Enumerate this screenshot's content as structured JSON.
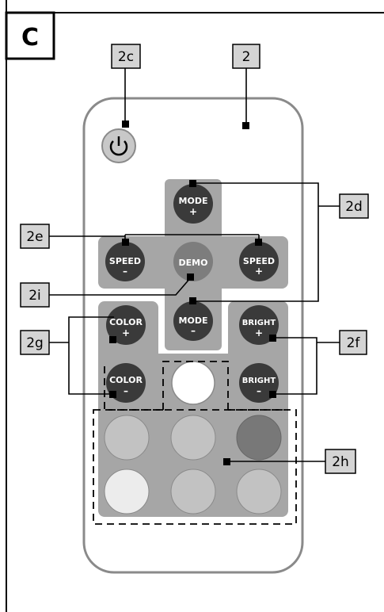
{
  "section_label": "C",
  "callouts": {
    "c2": "2",
    "c2c": "2c",
    "c2d": "2d",
    "c2e": "2e",
    "c2i": "2i",
    "c2g": "2g",
    "c2f": "2f",
    "c2h": "2h"
  },
  "buttons": {
    "mode_plus": {
      "line1": "MODE",
      "line2": "+"
    },
    "speed_minus": {
      "line1": "SPEED",
      "line2": "–"
    },
    "demo": {
      "line1": "DEMO"
    },
    "speed_plus": {
      "line1": "SPEED",
      "line2": "+"
    },
    "mode_minus": {
      "line1": "MODE",
      "line2": "–"
    },
    "color_plus": {
      "line1": "COLOR",
      "line2": "+"
    },
    "bright_plus": {
      "line1": "BRIGHT",
      "line2": "+"
    },
    "color_minus": {
      "line1": "COLOR",
      "line2": "–"
    },
    "bright_minus": {
      "line1": "BRIGHT",
      "line2": "–"
    }
  },
  "colors": {
    "remote_body": "#ffffff",
    "remote_border": "#8a8a8a",
    "panel_gray": "#a6a6a6",
    "dark_button": "#3a3a3a",
    "demo_button": "#7d7d7d",
    "callout_box": "#d4d4d4",
    "power_button": "#c8c8c8"
  }
}
